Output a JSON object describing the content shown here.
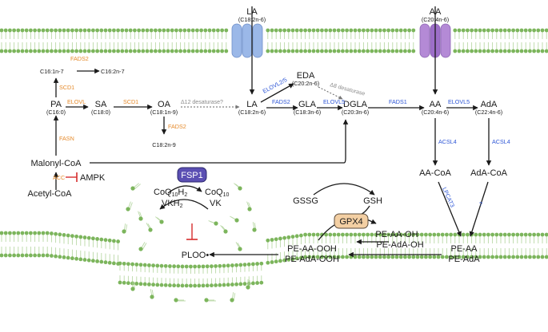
{
  "colors": {
    "membrane": "#7cb55c",
    "text": "#1a1a1a",
    "enzyme_orange": "#e58a2b",
    "enzyme_blue": "#2f57d6",
    "inhibit": "#d62c2c",
    "channel_blue": "#9bb8e8",
    "channel_purple": "#b48ad6",
    "fsp1": "#5b4fb3",
    "gpx4": "#f3cfa3"
  },
  "nodes": {
    "la_top": "LA",
    "la_top_sub": "(C18:2n-6)",
    "aa_top": "AA",
    "aa_top_sub": "(C20:4n-6)",
    "c16_1": "C16:1n-7",
    "c16_2": "C16:2n-7",
    "pa": "PA",
    "pa_sub": "(C16:0)",
    "sa": "SA",
    "sa_sub": "(C18:0)",
    "oa": "OA",
    "oa_sub": "(C18:1n-9)",
    "c18_2n9": "C18:2n-9",
    "la": "LA",
    "la_sub": "(C18:2n-6)",
    "eda": "EDA",
    "eda_sub": "(C20:2n-6)",
    "gla": "GLA",
    "gla_sub": "(C18:3n-6)",
    "dgla": "DGLA",
    "dgla_sub": "(C20:3n-6)",
    "aa": "AA",
    "aa_sub": "(C20:4n-6)",
    "ada": "AdA",
    "ada_sub": "(C22:4n-6)",
    "malonyl": "Malonyl-CoA",
    "acetyl": "Acetyl-CoA",
    "ampk": "AMPK",
    "aa_coa": "AA-CoA",
    "ada_coa": "AdA-CoA",
    "gssg": "GSSG",
    "gsh": "GSH",
    "gpx4": "GPX4",
    "fsp1": "FSP1",
    "coq_h2_a": "CoQ",
    "coq_h2_b": "10",
    "coq_h2_c": "H",
    "coq_h2_d": "2",
    "vkh2_a": "VKH",
    "vkh2_b": "2",
    "coq_a": "CoQ",
    "coq_b": "10",
    "vk": "VK",
    "ploo": "PLOO•",
    "pe_aa_ooh": "PE-AA-OOH",
    "pe_ada_ooh": "PE-AdA-OOH",
    "pe_aa_oh": "PE-AA-OH",
    "pe_ada_oh": "PE-AdA-OH",
    "pe_aa": "PE-AA",
    "pe_ada": "PE-AdA"
  },
  "enzymes": {
    "fads2_top": "FADS2",
    "scd1_up": "SCD1",
    "elovl": "ELOVL",
    "scd1": "SCD1",
    "d12": "Δ12 desaturase?",
    "fads2_oa": "FADS2",
    "fasn": "FASN",
    "acc": "ACC",
    "elovl25": "ELOVL2/5",
    "d8": "Δ8 desaturase",
    "fads2_la": "FADS2",
    "elovl5": "ELOVL5",
    "fads1": "FADS1",
    "elovl5_aa": "ELOVL5",
    "acsl4_a": "ACSL4",
    "acsl4_b": "ACSL4",
    "lpcat3": "LPCAT3",
    "q": "?"
  }
}
